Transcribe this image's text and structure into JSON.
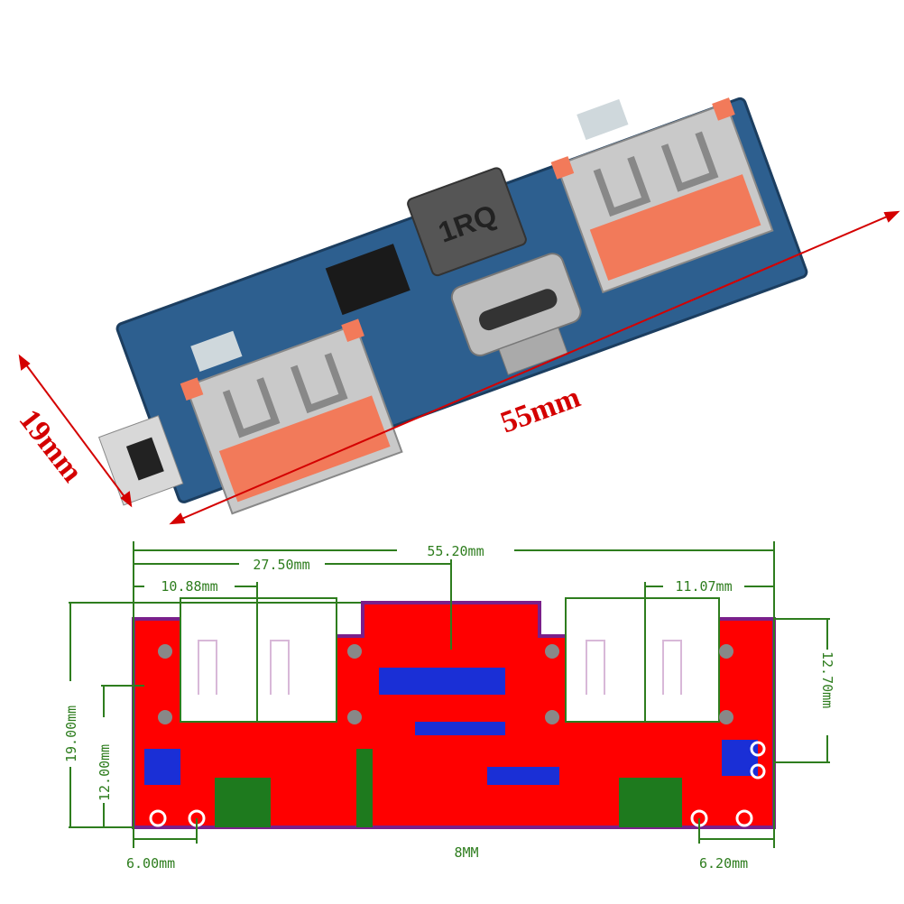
{
  "photo": {
    "inductor_label": "1RQ",
    "width_label": "19mm",
    "length_label": "55mm"
  },
  "diagram": {
    "total_length": "55.20mm",
    "center_offset": "27.50mm",
    "left_usb_offset": "10.88mm",
    "right_usb_offset": "11.07mm",
    "board_width": "19.00mm",
    "hole_height": "12.00mm",
    "right_height": "12.70mm",
    "left_hole_offset": "6.00mm",
    "center_label": "8MM",
    "right_hole_offset": "6.20mm"
  },
  "colors": {
    "pcb_blue": "#2d5f8f",
    "dimension_red": "#d40000",
    "layout_red": "#ff0000",
    "dim_green": "#2e7d1e",
    "outline_purple": "#7a1f8a"
  }
}
